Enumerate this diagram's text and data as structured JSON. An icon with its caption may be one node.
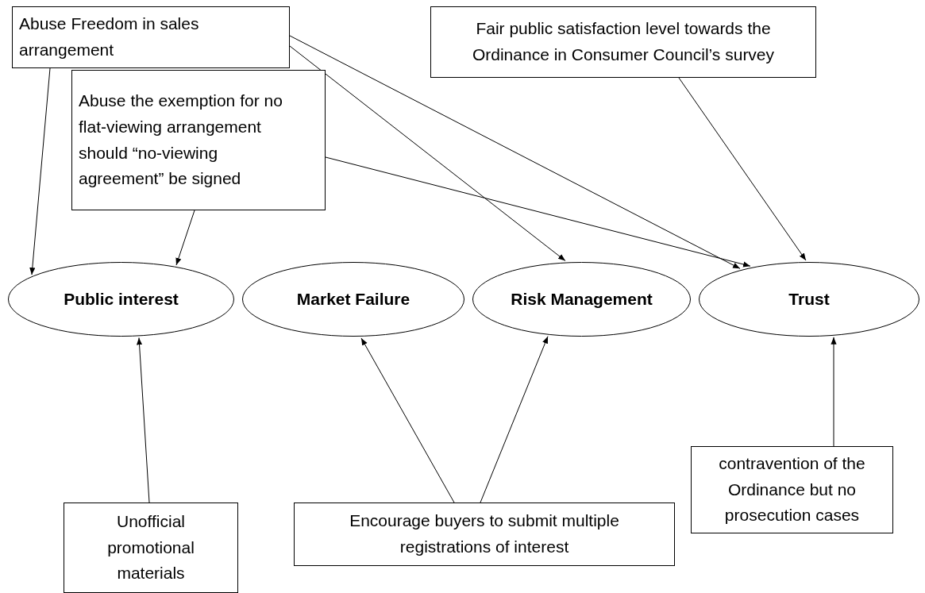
{
  "diagram": {
    "nodes": [
      {
        "text": [
          "Abuse Freedom in sales arrangement"
        ]
      },
      {
        "text": [
          "Fair public satisfaction level towards the Ordinance in Consumer Council’s survey"
        ]
      },
      {
        "text": [
          "Abuse the exemption for no flat-viewing arrangement should “no-viewing agreement” be signed"
        ]
      },
      {
        "text": [
          "Public interest"
        ]
      },
      {
        "text": [
          "Market Failure"
        ]
      },
      {
        "text": [
          "Risk Management"
        ]
      },
      {
        "text": [
          "Trust"
        ]
      },
      {
        "text": [
          "contravention of the Ordinance but no prosecution cases"
        ]
      },
      {
        "text": [
          "Unofficial promotional materials"
        ]
      },
      {
        "text": [
          "Encourage buyers to submit multiple registrations of interest"
        ]
      }
    ],
    "edges": [
      {
        "from": 0,
        "to": 3,
        "arrow": "to"
      },
      {
        "from": 0,
        "to": 5,
        "arrow": "to"
      },
      {
        "from": 0,
        "to": 6,
        "arrow": "to"
      },
      {
        "from": 2,
        "to": 3,
        "arrow": "to"
      },
      {
        "from": 2,
        "to": 6,
        "arrow": "to"
      },
      {
        "from": 1,
        "to": 6,
        "arrow": "to"
      },
      {
        "from": 8,
        "to": 3,
        "arrow": "to"
      },
      {
        "from": 9,
        "to": 4,
        "arrow": "to"
      },
      {
        "from": 9,
        "to": 5,
        "arrow": "to"
      },
      {
        "from": 7,
        "to": 6,
        "arrow": "to"
      }
    ]
  }
}
